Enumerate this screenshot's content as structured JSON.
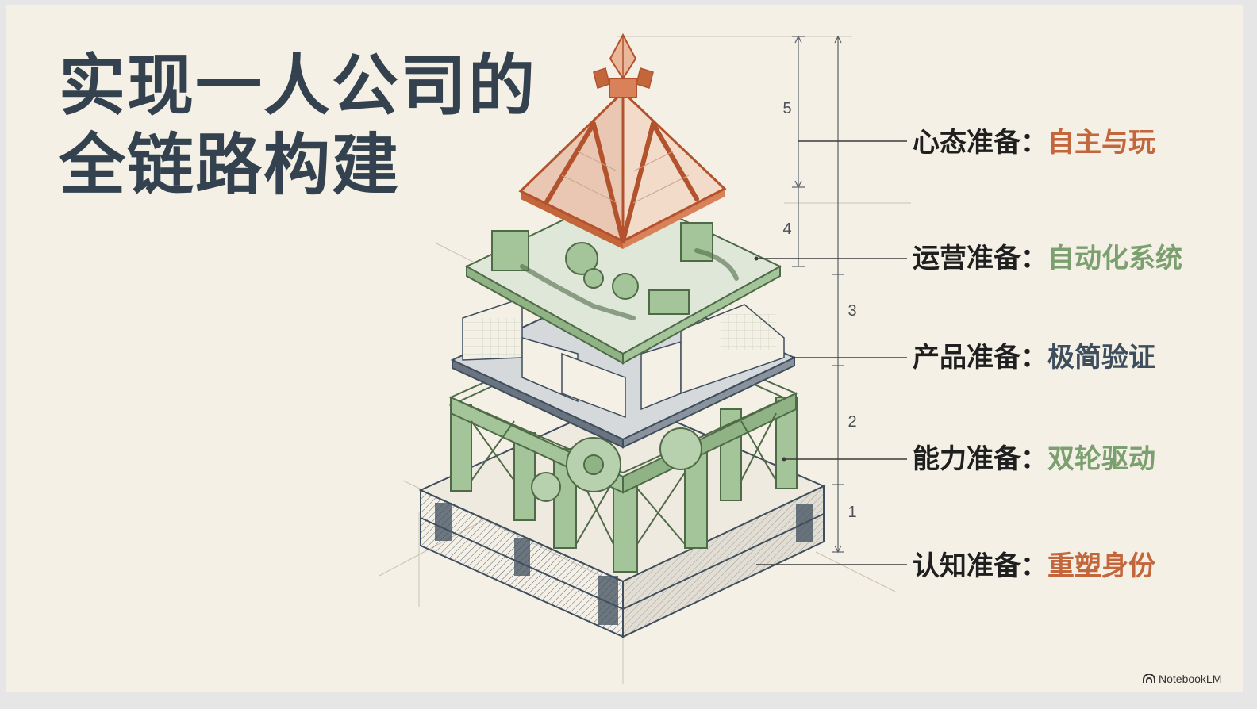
{
  "title": {
    "line1": "实现一人公司的",
    "line2": "全链路构建"
  },
  "levels": [
    {
      "number": "5",
      "head": "心态准备",
      "value": "自主与玩",
      "color": "#c4663c"
    },
    {
      "number": "4",
      "head": "运营准备",
      "value": "自动化系统",
      "color": "#7b9f6e"
    },
    {
      "number": "3",
      "head": "产品准备",
      "value": "极简验证",
      "color": "#3e4e5c"
    },
    {
      "number": "2",
      "head": "能力准备",
      "value": "双轮驱动",
      "color": "#7b9f6e"
    },
    {
      "number": "1",
      "head": "认知准备",
      "value": "重塑身份",
      "color": "#c4663c"
    }
  ],
  "separator": "：",
  "watermark": "NotebookLM",
  "colors": {
    "background": "#f4f0e6",
    "title": "#34424f",
    "orange": "#c4663c",
    "green": "#7b9f6e",
    "slate": "#3e4e5c"
  }
}
